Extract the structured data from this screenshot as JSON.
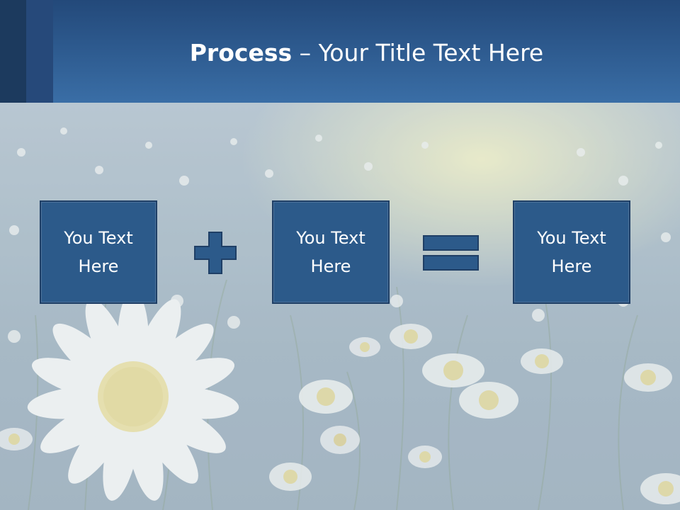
{
  "title": {
    "bold": "Process",
    "rest": " – Your Title Text Here"
  },
  "boxes": [
    {
      "text": "You Text Here"
    },
    {
      "text": "You Text Here"
    },
    {
      "text": "You Text Here"
    }
  ],
  "colors": {
    "header": "#2f5d92",
    "box_fill": "#2c5a8a",
    "box_border": "#1f3f66",
    "text": "#ffffff"
  }
}
